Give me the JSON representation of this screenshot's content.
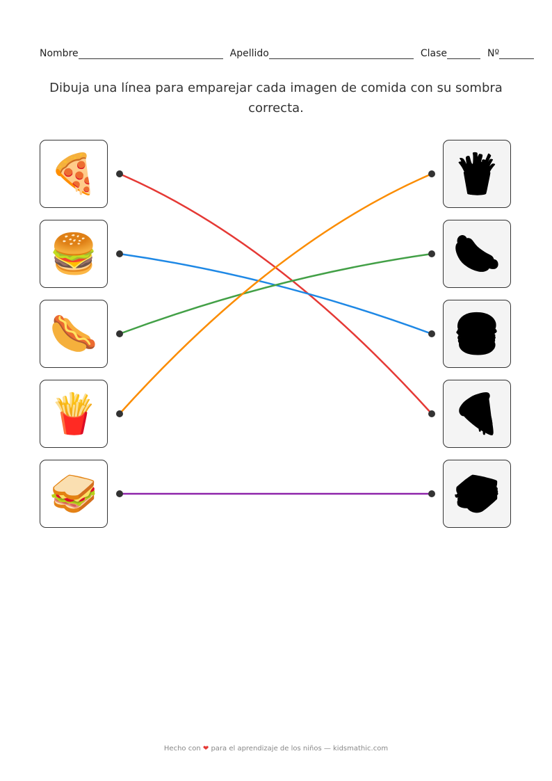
{
  "header": {
    "name_label": "Nombre",
    "surname_label": "Apellido",
    "class_label": "Clase",
    "number_label": "Nº"
  },
  "instruction": "Dibuja una línea para emparejar cada imagen de comida con su sombra correcta.",
  "left_items": [
    {
      "name": "pizza",
      "emoji": "🍕"
    },
    {
      "name": "hamburger",
      "emoji": "🍔"
    },
    {
      "name": "hotdog",
      "emoji": "🌭"
    },
    {
      "name": "fries",
      "emoji": "🍟"
    },
    {
      "name": "sandwich",
      "emoji": "🥪"
    }
  ],
  "right_items": [
    {
      "name": "fries-shadow",
      "emoji": "🍟"
    },
    {
      "name": "hotdog-shadow",
      "emoji": "🌭"
    },
    {
      "name": "hamburger-shadow",
      "emoji": "🍔"
    },
    {
      "name": "pizza-shadow",
      "emoji": "🍕"
    },
    {
      "name": "sandwich-shadow",
      "emoji": "🥪"
    }
  ],
  "matches": [
    {
      "from": 0,
      "to": 3,
      "color": "#e53935"
    },
    {
      "from": 1,
      "to": 2,
      "color": "#1e88e5"
    },
    {
      "from": 2,
      "to": 1,
      "color": "#43a047"
    },
    {
      "from": 3,
      "to": 0,
      "color": "#fb8c00"
    },
    {
      "from": 4,
      "to": 4,
      "color": "#8e24aa"
    }
  ],
  "footer": {
    "before": "Hecho con",
    "heart": "❤",
    "after": "para el aprendizaje de los niños — kidsmathic.com"
  }
}
